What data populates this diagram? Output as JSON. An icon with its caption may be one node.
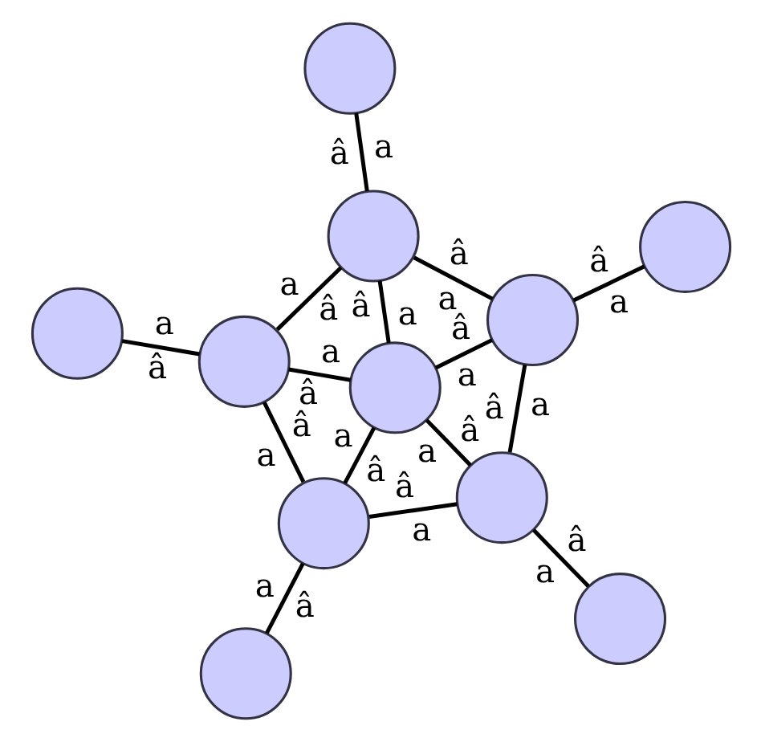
{
  "diagram": {
    "nodes": [
      {
        "text": [],
        "shape": "circle"
      },
      {
        "text": [],
        "shape": "circle"
      },
      {
        "text": [],
        "shape": "circle"
      },
      {
        "text": [],
        "shape": "circle"
      },
      {
        "text": [],
        "shape": "circle"
      },
      {
        "text": [],
        "shape": "circle"
      },
      {
        "text": [],
        "shape": "circle"
      },
      {
        "text": [],
        "shape": "circle"
      },
      {
        "text": [],
        "shape": "circle"
      },
      {
        "text": [],
        "shape": "circle"
      },
      {
        "text": [],
        "shape": "circle"
      }
    ],
    "edges": [
      {
        "from": 0,
        "to": 1,
        "arrow": "none",
        "label": [
          "a",
          "â"
        ]
      },
      {
        "from": 2,
        "to": 4,
        "arrow": "none",
        "label": [
          "a",
          "â"
        ]
      },
      {
        "from": 4,
        "to": 1,
        "arrow": "none",
        "label": [
          "a",
          "â"
        ]
      },
      {
        "from": 1,
        "to": 5,
        "arrow": "none",
        "label": [
          "â",
          "a"
        ]
      },
      {
        "from": 1,
        "to": 6,
        "arrow": "none",
        "label": [
          "a",
          "â"
        ]
      },
      {
        "from": 4,
        "to": 6,
        "arrow": "none",
        "label": [
          "a",
          "â"
        ]
      },
      {
        "from": 5,
        "to": 3,
        "arrow": "none",
        "label": [
          "â",
          "a"
        ]
      },
      {
        "from": 5,
        "to": 6,
        "arrow": "none",
        "label": [
          "a",
          "â"
        ]
      },
      {
        "from": 4,
        "to": 7,
        "arrow": "none",
        "label": [
          "a",
          "â"
        ]
      },
      {
        "from": 5,
        "to": 8,
        "arrow": "none",
        "label": [
          "â",
          "a"
        ]
      },
      {
        "from": 6,
        "to": 7,
        "arrow": "none",
        "label": [
          "â",
          "a"
        ]
      },
      {
        "from": 6,
        "to": 8,
        "arrow": "none",
        "label": [
          "â",
          "a"
        ]
      },
      {
        "from": 7,
        "to": 8,
        "arrow": "none",
        "label": [
          "a",
          "â"
        ]
      },
      {
        "from": 7,
        "to": 9,
        "arrow": "none",
        "label": [
          "â",
          "a"
        ]
      },
      {
        "from": 8,
        "to": 10,
        "arrow": "none",
        "label": [
          "â",
          "a"
        ]
      }
    ]
  }
}
